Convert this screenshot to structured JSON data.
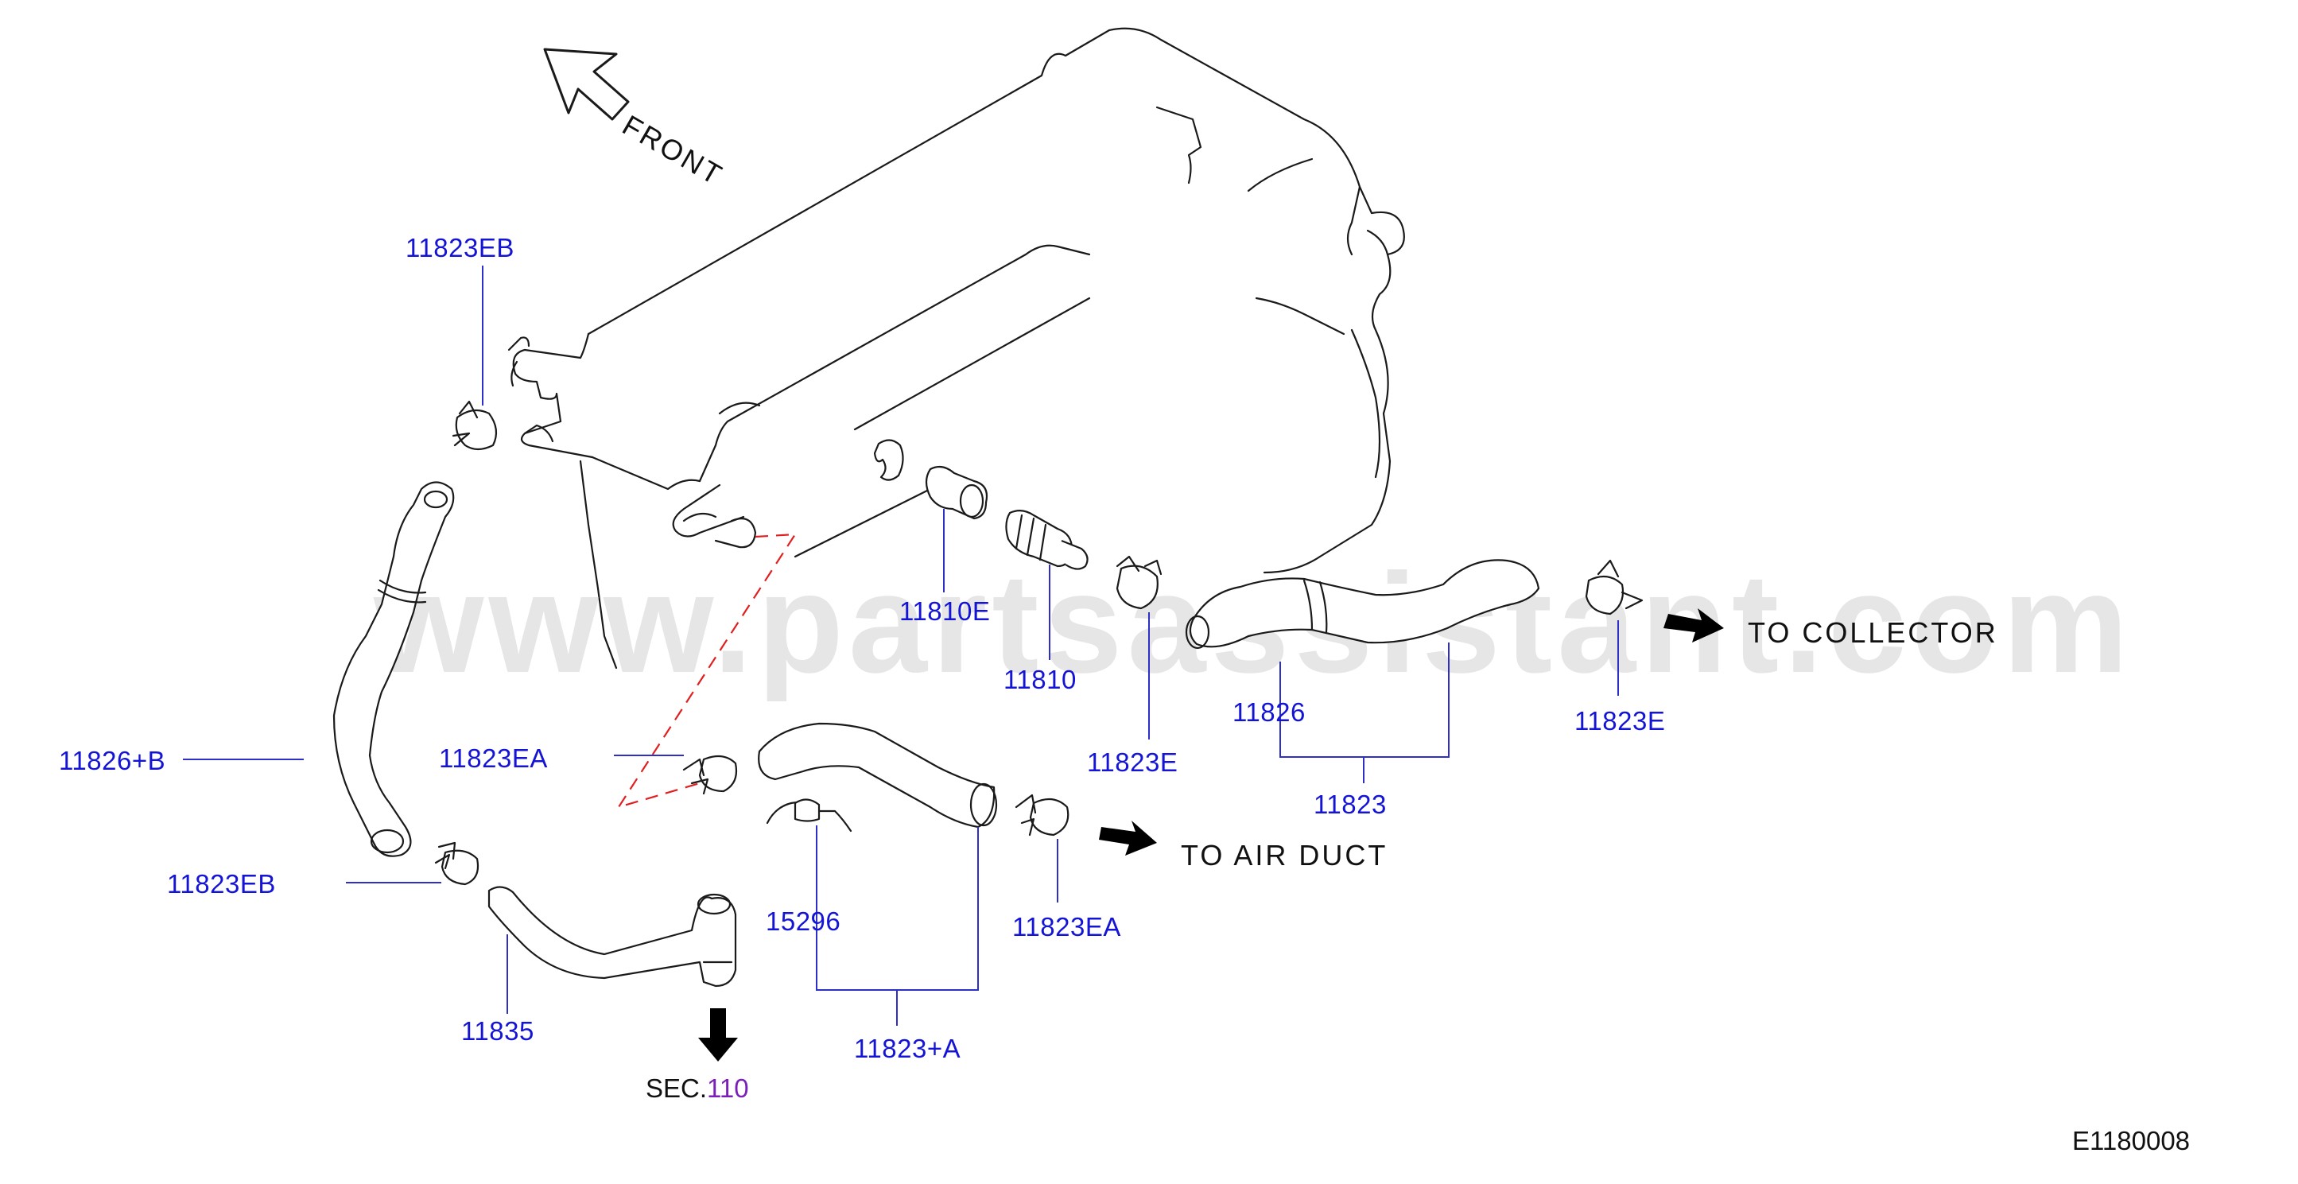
{
  "labels": {
    "p11823EB_top": "11823EB",
    "p11826B": "11826+B",
    "p11823EB_bottom": "11823EB",
    "p11835": "11835",
    "p11823EA_left": "11823EA",
    "p15296": "15296",
    "p11823A": "11823+A",
    "p11823EA_right": "11823EA",
    "p11810E": "11810E",
    "p11810": "11810",
    "p11823E_mid": "11823E",
    "p11826": "11826",
    "p11823": "11823",
    "p11823E_right": "11823E"
  },
  "captions": {
    "front": "FRONT",
    "to_collector": "TO  COLLECTOR",
    "to_air_duct": "TO  AIR  DUCT",
    "sec_prefix": "SEC.",
    "sec_number": "110",
    "diagram_code": "E1180008"
  },
  "watermark": "www.partsassistant.com",
  "colors": {
    "label": "#1414d6",
    "sec_number": "#7a1fb8",
    "dashed_line": "#e02020",
    "drawing": "#1a1a1a"
  }
}
